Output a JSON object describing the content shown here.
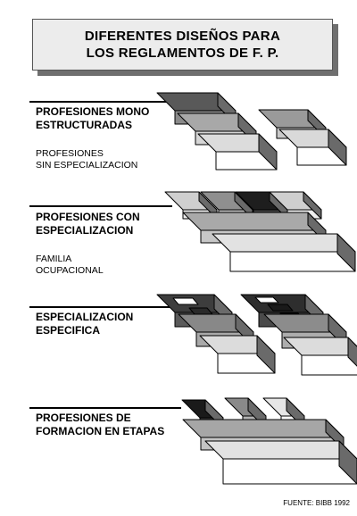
{
  "title": {
    "line1": "DIFERENTES DISEÑOS PARA",
    "line2": "LOS REGLAMENTOS DE F. P."
  },
  "sections": [
    {
      "label_lines": [
        "PROFESIONES MONO",
        "ESTRUCTURADAS"
      ],
      "sub_lines": [
        "PROFESIONES",
        "SIN ESPECIALIZACION"
      ]
    },
    {
      "label_lines": [
        "PROFESIONES CON",
        "ESPECIALIZACION"
      ],
      "sub_lines": [
        "FAMILIA",
        "OCUPACIONAL"
      ]
    },
    {
      "label_lines": [
        "ESPECIALIZACION",
        "ESPECIFICA"
      ]
    },
    {
      "label_lines": [
        "PROFESIONES DE",
        "FORMACION EN ETAPAS"
      ]
    }
  ],
  "source": "FUENTE: BIBB 1992"
}
